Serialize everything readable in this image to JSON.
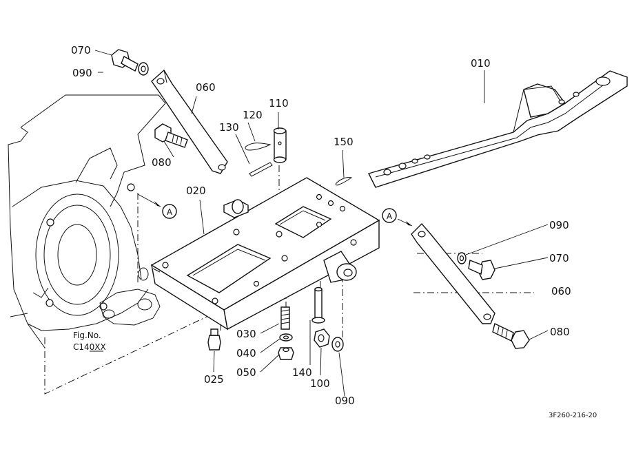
{
  "diagram": {
    "part_labels": {
      "p010": "010",
      "p020": "020",
      "p025": "025",
      "p030": "030",
      "p040": "040",
      "p050": "050",
      "p060_top": "060",
      "p060_right": "060",
      "p070_top": "070",
      "p070_right": "070",
      "p080_top": "080",
      "p080_right": "080",
      "p090_top": "090",
      "p090_right": "090",
      "p090_bottom": "090",
      "p100": "100",
      "p110": "110",
      "p120": "120",
      "p130": "130",
      "p140": "140",
      "p150": "150"
    },
    "ref_marker": "A",
    "fig_no_label": "Fig.No.",
    "fig_no_value": "C140XX",
    "drawing_code": "3F260-216-20"
  }
}
